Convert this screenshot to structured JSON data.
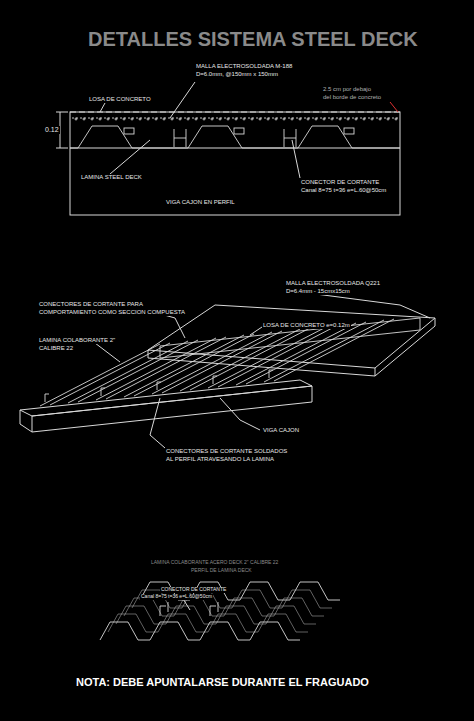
{
  "diagram": {
    "title": "DETALLES SISTEMA STEEL DECK",
    "labels": [
      "MALLA ELECTROSOLDADA M-188",
      "D=6.0mm, @150mm x 150mm",
      "LOSA DE CONCRETO",
      "0.12",
      "2.5 cm por debajo",
      "del borde de concreto",
      "LAMINA STEEL DECK",
      "CONECTOR DE CORTANTE",
      "Canal 8=75 t=36 e=L.60@50cm",
      "VIGA CAJON EN PERFIL",
      "MALLA ELECTROSOLDADA Q221",
      "D=6.4mm - 15cmx15cm",
      "CONECTORES DE CORTANTE PARA",
      "COMPORTAMIENTO COMO SECCION COMPUESTA",
      "LOSA DE CONCRETO e=0.12m",
      "LAMINA COLABORANTE 2\"",
      "CALIBRE 22",
      "VIGA CAJON",
      "CONECTORES DE CORTANTE SOLDADOS",
      "AL PERFIL ATRAVESANDO LA LAMINA",
      "LAMINA COLABORANTE ACERO DECK 2\" CALIBRE 22",
      "PERFIL DE LAMINA DECK",
      "CONECTOR DE CORTANTE",
      "Canal 8=75 t=36 e=L.60@50cm",
      "NOTA: DEBE APUNTALARSE DURANTE EL FRAGUADO"
    ]
  }
}
